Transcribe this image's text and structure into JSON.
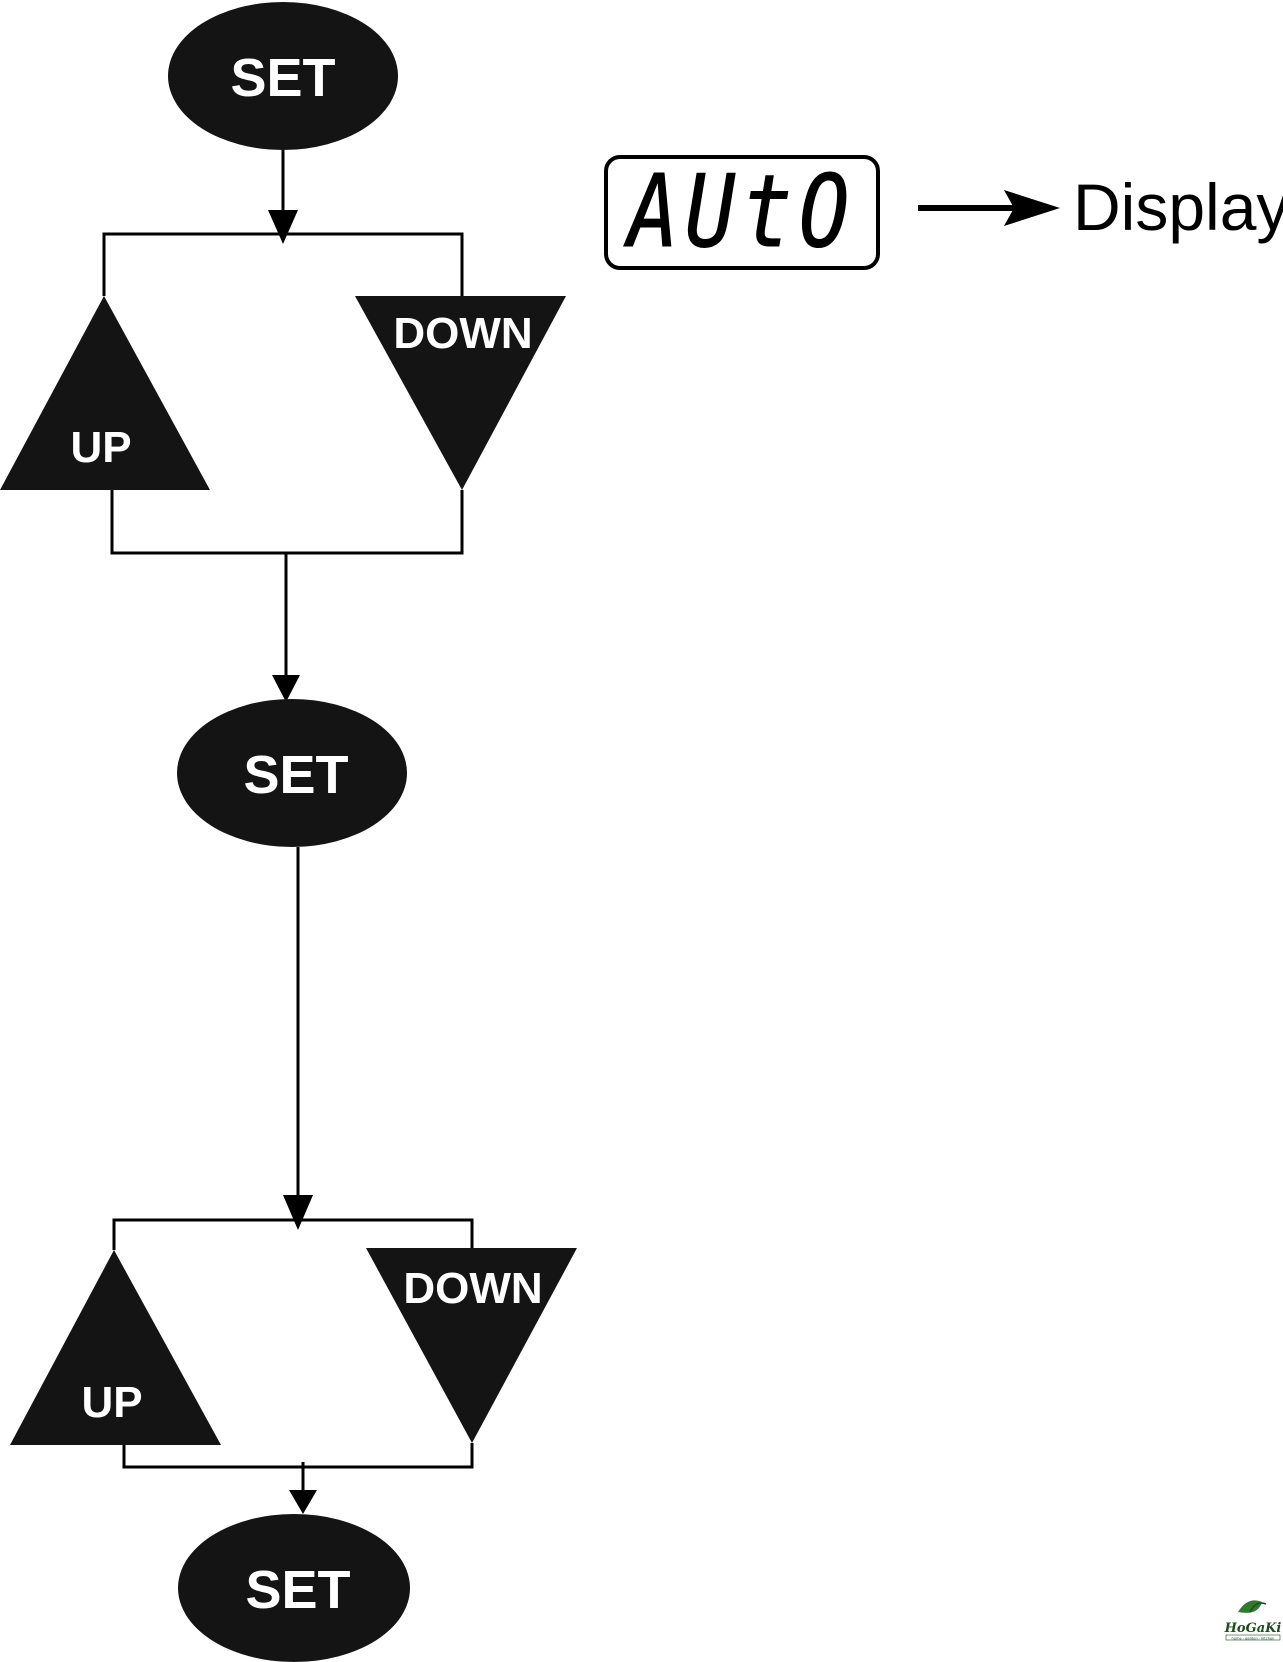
{
  "nodes": {
    "set_1": "SET",
    "up_1": "UP",
    "down_1": "DOWN",
    "set_2": "SET",
    "up_2": "UP",
    "down_2": "DOWN",
    "set_3": "SET"
  },
  "display": {
    "readout": "AUtO",
    "label": "Display"
  },
  "logo": {
    "name": "HoGaKi",
    "tagline": "home · garden · kitchen"
  },
  "colors": {
    "shape_fill": "#141414",
    "line": "#000000",
    "text_on_shape": "#ffffff"
  }
}
